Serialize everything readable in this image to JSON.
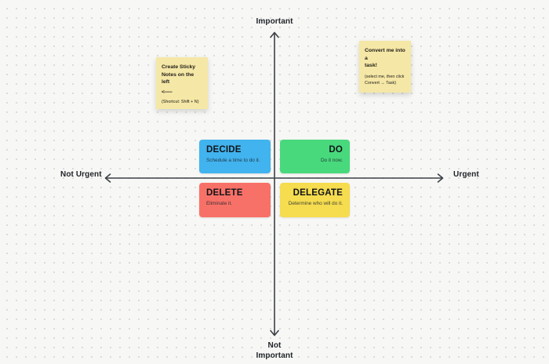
{
  "canvas": {
    "background_color": "#f7f7f5",
    "dot_color": "#d9d9d6",
    "axis_color": "#3c4147"
  },
  "axis_labels": {
    "top": "Important",
    "bottom_line1": "Not",
    "bottom_line2": "Important",
    "left": "Not Urgent",
    "right": "Urgent"
  },
  "sticky_notes": [
    {
      "name": "create-sticky-note",
      "color": "#f5e7a6",
      "title_lines": [
        "Create Sticky",
        "Notes on the left"
      ],
      "arrow": "<------",
      "shortcut": "(Shortcut: Shift + N)"
    },
    {
      "name": "convert-task-note",
      "color": "#f5e7a6",
      "title_lines": [
        "Convert me into a",
        "task!"
      ],
      "hint_lines": [
        "(select me, then click",
        "Convert → Task)"
      ]
    }
  ],
  "quadrants": [
    {
      "title": "DECIDE",
      "subtitle": "Schedule a time to do it.",
      "color": "#41b3ee"
    },
    {
      "title": "DO",
      "subtitle": "Do it now.",
      "color": "#48d97d"
    },
    {
      "title": "DELETE",
      "subtitle": "Eliminate it.",
      "color": "#f87168"
    },
    {
      "title": "DELEGATE",
      "subtitle": "Determine who will do it.",
      "color": "#f6dc4f"
    }
  ]
}
